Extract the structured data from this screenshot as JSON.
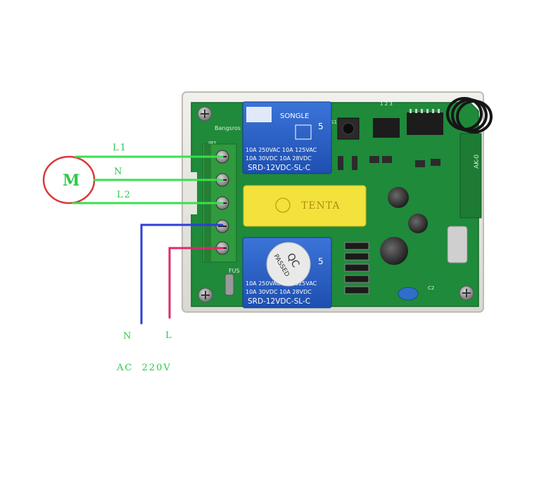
{
  "motor": {
    "label": "M",
    "color": "#d93a3a",
    "text_color": "#2ec84a"
  },
  "wires": {
    "l1": {
      "label": "L1",
      "color": "#38e04e"
    },
    "n_top": {
      "label": "N",
      "color": "#38e04e"
    },
    "l2": {
      "label": "L2",
      "color": "#38e04e"
    },
    "n_bottom": {
      "label": "N",
      "color": "#2d3fd6"
    },
    "l_bottom": {
      "label": "L",
      "color": "#e0286b"
    }
  },
  "supply": {
    "label": "AC  220V",
    "color": "#2ec84a"
  },
  "board": {
    "relay_top": {
      "brand": "SONGLE",
      "line1": "10A 250VAC  10A 125VAC",
      "line2": "10A 30VDC  10A 28VDC",
      "model": "SRD-12VDC-SL-C",
      "num": "5"
    },
    "relay_bottom": {
      "line1": "10A 250VAC  10A 125VAC",
      "line2": "10A 30VDC  10A 28VDC",
      "model": "SRD-12VDC-SL-C",
      "num": "5"
    },
    "capacitor": {
      "label": "TENTA"
    },
    "qc_sticker": {
      "line1": "QC",
      "line2": "PASSED"
    },
    "terminal_label": "JP1",
    "fuse_label": "FUS",
    "module_label": "AK-0",
    "silk_left": "Bangsros",
    "silk_top": "1 2 3",
    "silk_s1": "S1",
    "silk_c2": "C2"
  }
}
